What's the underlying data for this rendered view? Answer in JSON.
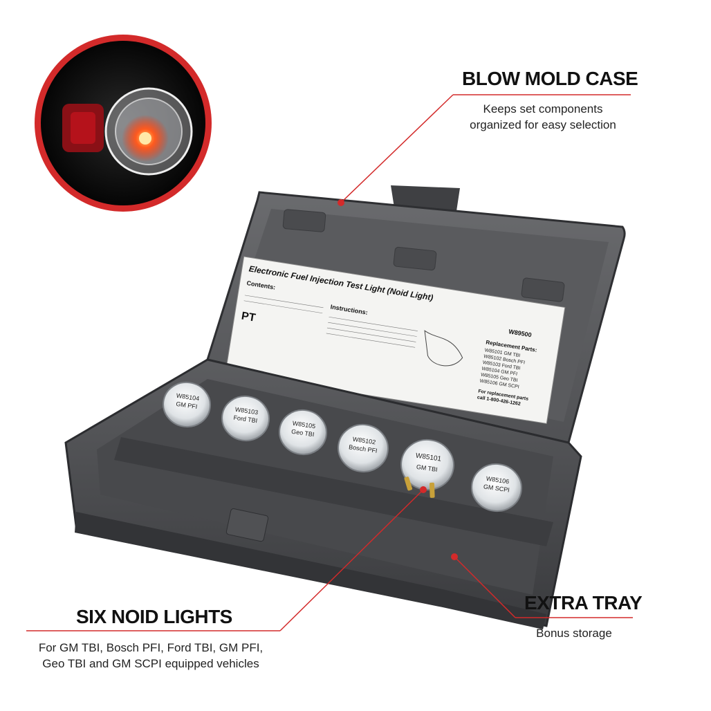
{
  "callouts": {
    "blow_mold": {
      "title": "BLOW MOLD CASE",
      "desc_line1": "Keeps set components",
      "desc_line2": "organized for easy selection"
    },
    "six_noid": {
      "title": "SIX NOID LIGHTS",
      "desc_line1": "For GM TBI, Bosch PFI, Ford TBI, GM PFI,",
      "desc_line2": "Geo TBI and GM SCPI equipped vehicles"
    },
    "extra_tray": {
      "title": "EXTRA TRAY",
      "desc_line1": "Bonus storage"
    }
  },
  "case_label": {
    "title": "Electronic Fuel Injection Test Light (Noid Light)",
    "contents_heading": "Contents:",
    "instructions_heading": "Instructions:",
    "part_number": "W89500",
    "brand": "PT",
    "replacement_heading": "Replacement Parts:",
    "replacement_parts": [
      "W85101  GM TBI",
      "W85102  Bosch PFI",
      "W85103  Ford TBI",
      "W85104  GM PFI",
      "W85105  Geo TBI",
      "W85106  GM SCPI"
    ],
    "replacement_call1": "For replacement parts",
    "replacement_call2": "call 1-800-426-1262"
  },
  "noid_lights": [
    {
      "code": "W85104",
      "name": "GM PFI"
    },
    {
      "code": "W85103",
      "name": "Ford TBI"
    },
    {
      "code": "W85105",
      "name": "Geo TBI"
    },
    {
      "code": "W85102",
      "name": "Bosch PFI"
    },
    {
      "code": "W85101",
      "name": "GM TBI"
    },
    {
      "code": "W85106",
      "name": "GM SCPI"
    }
  ],
  "colors": {
    "accent_red": "#d32a2a",
    "case_gray": "#5f6063",
    "case_dark": "#3c3d40"
  }
}
